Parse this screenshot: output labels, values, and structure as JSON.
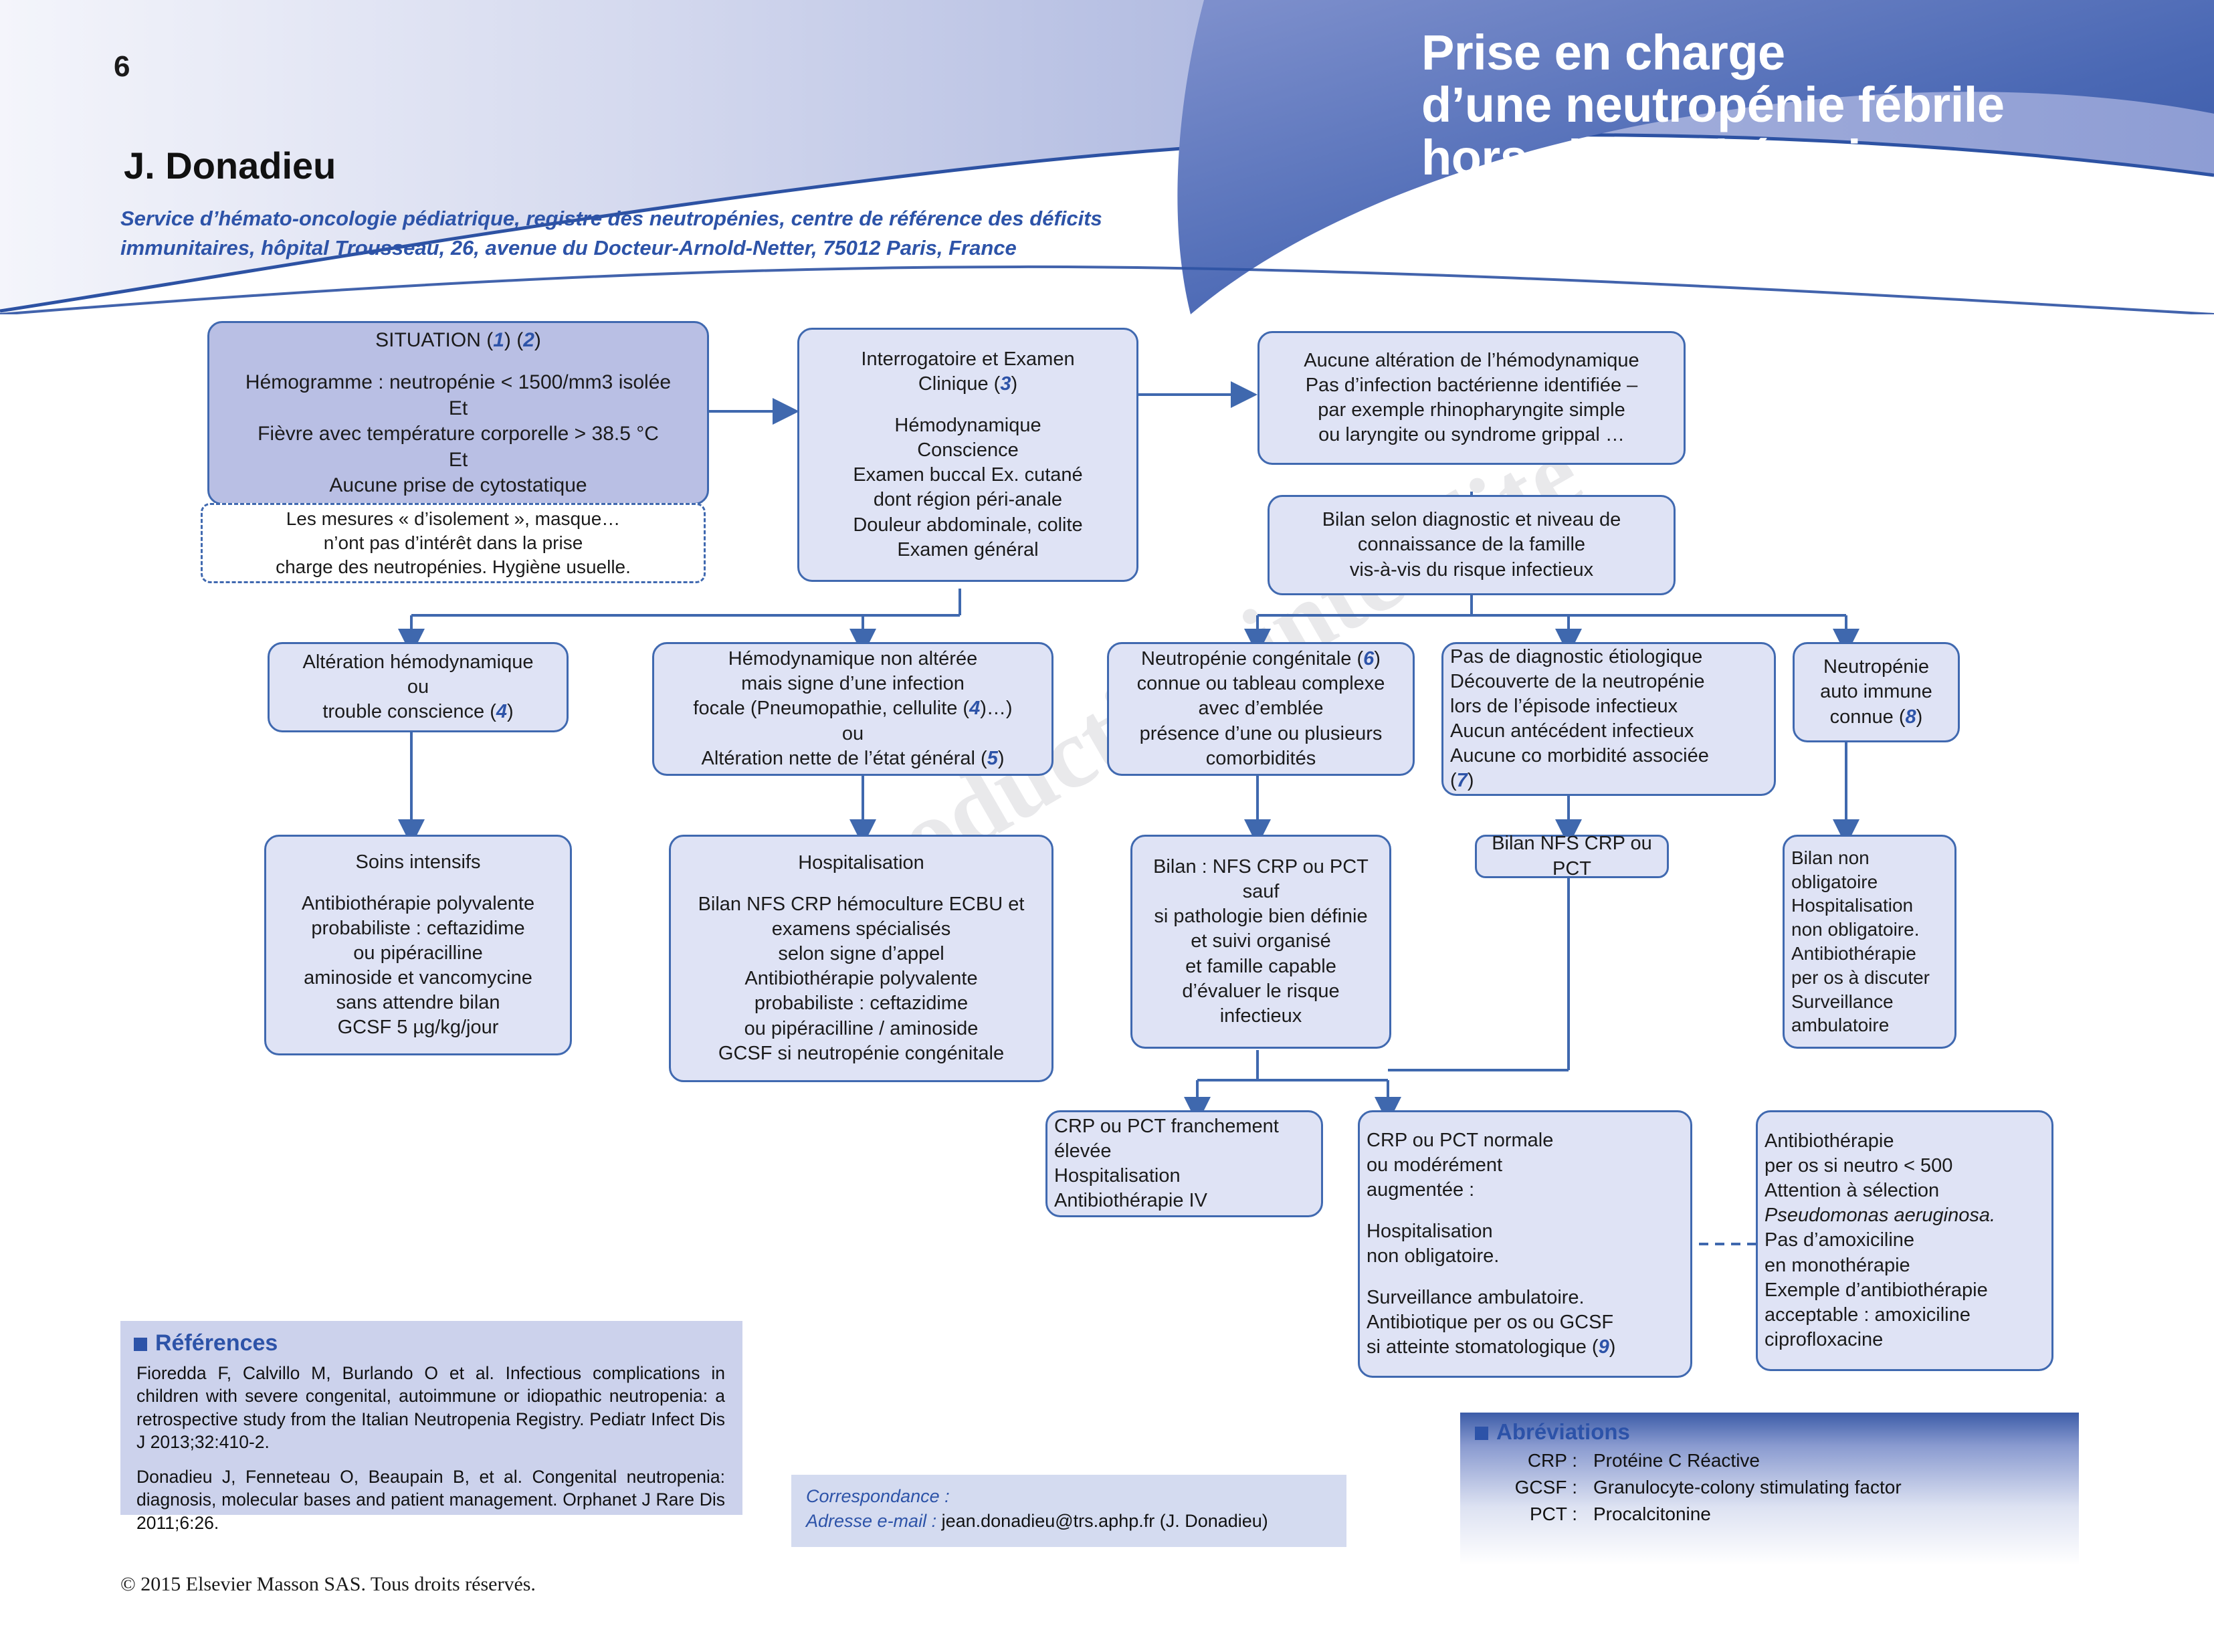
{
  "header": {
    "page_number": "6",
    "title_lines": [
      "Prise en charge",
      "d’une neutropénie fébrile",
      "hors chimiothérapie"
    ],
    "author": "J. Donadieu",
    "affiliation": "Service d’hémato-oncologie pédiatrique, registre des neutropénies, centre de référence des déficits immunitaires, hôpital Trousseau, 26, avenue du Docteur-Arnold-Netter, 75012 Paris, France",
    "colors": {
      "band_dark": "#3c5ca8",
      "band_light": "#c4cbe8",
      "accent": "#2d53a8"
    }
  },
  "watermark": "Reproduction interdite",
  "flowchart": {
    "situation": {
      "title": "SITUATION (1) (2)",
      "lines": [
        "Hémogramme : neutropénie < 1500/mm3 isolée",
        "Et",
        "Fièvre avec température corporelle > 38.5 °C",
        "Et",
        "Aucune prise de cytostatique"
      ]
    },
    "isolation_note": [
      "Les mesures « d’isolement », masque…",
      "n’ont pas d’intérêt dans la prise",
      "charge des neutropénies. Hygiène usuelle."
    ],
    "interrogatoire": {
      "title_lines": [
        "Interrogatoire et Examen",
        "Clinique (3)"
      ],
      "lines": [
        "Hémodynamique",
        "Conscience",
        "Examen buccal Ex. cutané",
        "dont région péri-anale",
        "Douleur abdominale, colite",
        "Examen général"
      ]
    },
    "aucune_alteration": [
      "Aucune altération de l’hémodynamique",
      "Pas d’infection bactérienne identifiée –",
      "par exemple rhinopharyngite simple",
      "ou laryngite ou syndrome grippal …"
    ],
    "bilan_selon": [
      "Bilan selon diagnostic et niveau de",
      "connaissance de la famille",
      "vis-à-vis du risque infectieux"
    ],
    "branch_alteration": [
      "Altération hémodynamique",
      "ou",
      "trouble conscience (4)"
    ],
    "branch_non_alteree": [
      "Hémodynamique non altérée",
      "mais signe d’une infection",
      "focale (Pneumopathie, cellulite (4)…)",
      "ou",
      "Altération nette de l’état général (5)"
    ],
    "branch_congenitale": [
      "Neutropénie congénitale (6)",
      "connue ou tableau complexe",
      "avec d’emblée",
      "présence d’une ou plusieurs",
      "comorbidités"
    ],
    "branch_pas_diag": [
      "Pas de diagnostic étiologique",
      "Découverte de la neutropénie",
      "lors de l’épisode infectieux",
      "Aucun antécédent infectieux",
      "Aucune co morbidité associée",
      "(7)"
    ],
    "branch_auto_immune": [
      "Neutropénie",
      "auto immune",
      "connue (8)"
    ],
    "soins_intensifs": {
      "title": "Soins intensifs",
      "lines": [
        "Antibiothérapie polyvalente",
        "probabiliste : ceftazidime",
        "ou pipéracilline",
        "aminoside et vancomycine",
        "sans attendre bilan",
        "GCSF 5 µg/kg/jour"
      ]
    },
    "hospitalisation": {
      "title": "Hospitalisation",
      "lines": [
        "Bilan NFS CRP hémoculture ECBU et",
        "examens spécialisés",
        "selon signe d’appel",
        "Antibiothérapie polyvalente",
        "probabiliste : ceftazidime",
        "ou pipéracilline / aminoside",
        "GCSF si neutropénie congénitale"
      ]
    },
    "bilan_nfs_sauf": [
      "Bilan : NFS CRP ou PCT",
      "sauf",
      "si pathologie bien définie",
      "et suivi organisé",
      "et famille capable",
      "d’évaluer le risque",
      "infectieux"
    ],
    "bilan_nfs_simple": "Bilan NFS CRP ou PCT",
    "bilan_non_obligatoire": [
      "Bilan non",
      "obligatoire",
      "Hospitalisation",
      "non obligatoire.",
      "Antibiothérapie",
      "per os à discuter",
      "Surveillance",
      "ambulatoire"
    ],
    "crp_elevee": [
      "CRP ou PCT franchement",
      "élevée",
      "Hospitalisation",
      "Antibiothérapie IV"
    ],
    "crp_normale": [
      "CRP ou PCT normale",
      "ou modérément",
      "augmentée :",
      "",
      "Hospitalisation",
      "non obligatoire.",
      "",
      "Surveillance ambulatoire.",
      "Antibiotique per os ou GCSF",
      "si atteinte stomatologique (9)"
    ],
    "antibio_per_os": [
      "Antibiothérapie",
      "per os si neutro < 500",
      "Attention à sélection",
      "Pseudomonas aeruginosa.",
      "Pas d’amoxiciline",
      "en monothérapie",
      "Exemple d’antibiothérapie",
      "acceptable : amoxiciline",
      "ciprofloxacine"
    ]
  },
  "references": {
    "heading": "Références",
    "items": [
      "Fioredda F, Calvillo M, Burlando O et al. Infectious complications in children with severe congenital, autoimmune or idiopathic neutropenia: a retrospective study from the Italian Neutropenia Registry. Pediatr Infect Dis J 2013;32:410-2.",
      "Donadieu J, Fenneteau O, Beaupain B, et al. Congenital neutropenia: diagnosis, molecular bases and patient management. Orphanet J Rare Dis 2011;6:26."
    ]
  },
  "correspondence": {
    "label": "Correspondance :",
    "email_label": "Adresse e-mail :",
    "email_value": "jean.donadieu@trs.aphp.fr (J. Donadieu)"
  },
  "abbreviations": {
    "heading": "Abréviations",
    "items": [
      {
        "key": "CRP :",
        "value": "Protéine C Réactive"
      },
      {
        "key": "GCSF :",
        "value": "Granulocyte-colony stimulating factor"
      },
      {
        "key": "PCT :",
        "value": "Procalcitonine"
      }
    ]
  },
  "copyright": "© 2015 Elsevier Masson SAS. Tous droits réservés."
}
